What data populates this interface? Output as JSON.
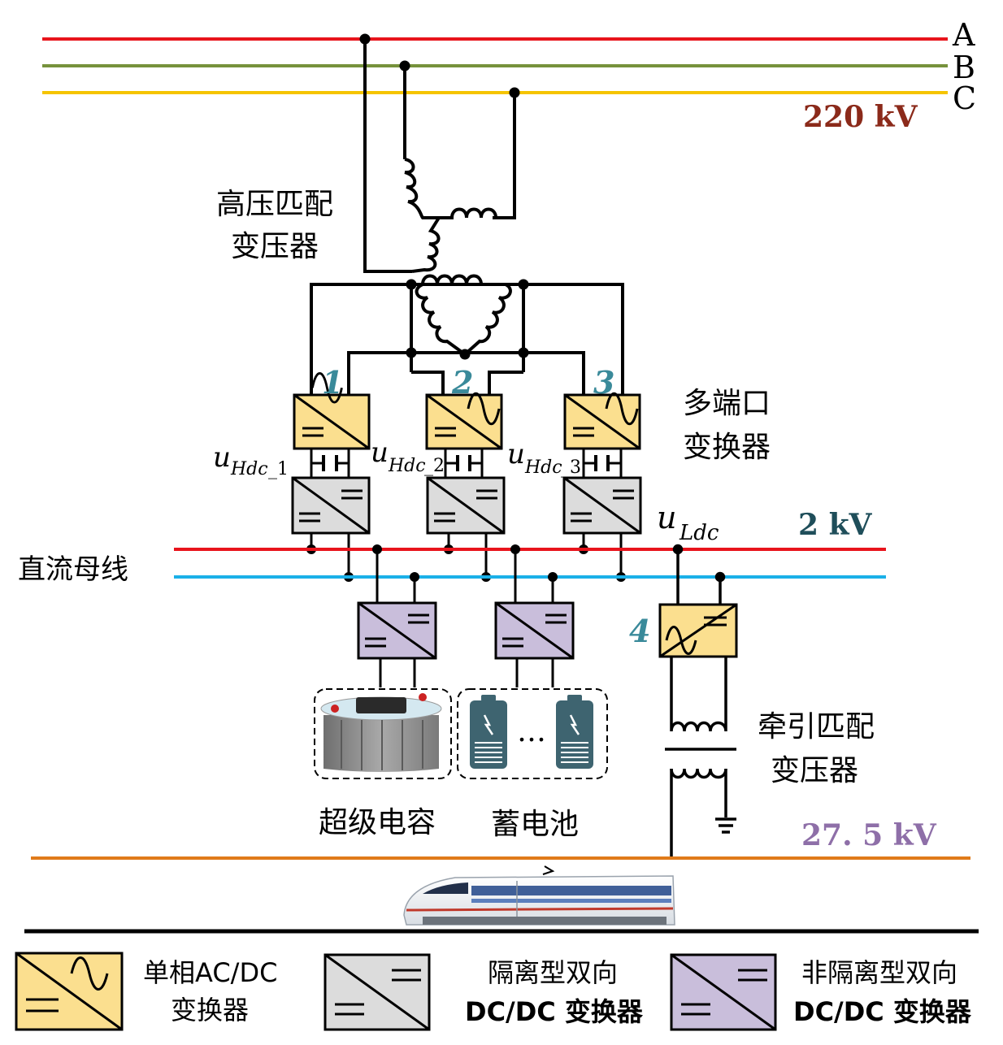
{
  "phases": {
    "a": "A",
    "b": "B",
    "c": "C"
  },
  "voltages": {
    "hv": "220 kV",
    "dc": "2 kV",
    "traction": "27. 5 kV"
  },
  "labels": {
    "hv_transformer": [
      "高压匹配",
      "变压器"
    ],
    "multiport": [
      "多端口",
      "变换器"
    ],
    "dc_bus": "直流母线",
    "traction_transformer": [
      "牵引匹配",
      "变压器"
    ],
    "supercap": "超级电容",
    "battery": "蓄电池",
    "battery_ellipsis": "…",
    "converter_numbers": [
      "1",
      "2",
      "3",
      "4"
    ]
  },
  "uhdc": [
    {
      "u": "u",
      "sub": "Hdc",
      "idx": "_1"
    },
    {
      "u": "u",
      "sub": "Hdc",
      "idx": "_2"
    },
    {
      "u": "u",
      "sub": "Hdc",
      "idx": "_3"
    }
  ],
  "uldc": {
    "u": "u",
    "sub": "Ldc"
  },
  "legend": [
    {
      "line1": "单相AC/DC",
      "line2": "变换器"
    },
    {
      "line1": "隔离型双向",
      "line2": "DC/DC 变换器"
    },
    {
      "line1": "非隔离型双向",
      "line2": "DC/DC 变换器"
    }
  ],
  "colors": {
    "phase_a": "#e8141c",
    "phase_b": "#76923c",
    "phase_c": "#f5c400",
    "dc_pos": "#e8141c",
    "dc_neg": "#1ab0e8",
    "traction_line": "#e07b1a",
    "acdc_fill": "#fbdf8f",
    "iso_fill": "#dcdcdc",
    "noniso_fill": "#c9bedb",
    "hv_text": "#8b2a1a",
    "dc_text": "#1f4e5a",
    "traction_text": "#8e6fa8",
    "number_text": "#3a8a9a"
  }
}
